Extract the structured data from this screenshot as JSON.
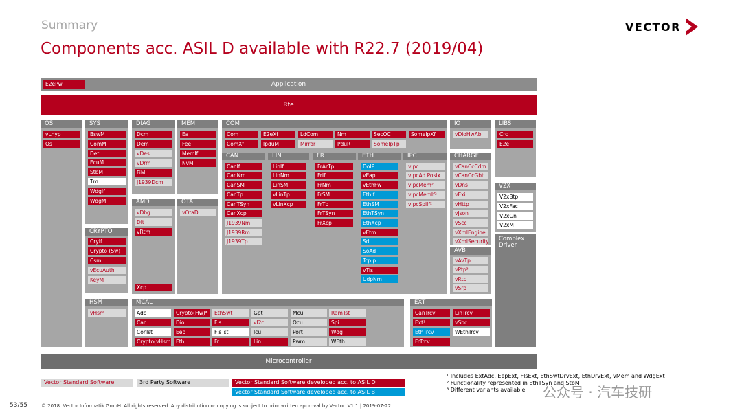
{
  "header": {
    "summary": "Summary",
    "title": "Components acc. ASIL D available with R22.7 (2019/04)",
    "logo_text": "VECTOR"
  },
  "bands": {
    "application": "Application",
    "e2epw": "E2ePw",
    "rte": "Rte",
    "microcontroller": "Microcontroller"
  },
  "groups": {
    "os": {
      "title": "OS",
      "items": [
        "vLhyp",
        "Os"
      ]
    },
    "sys": {
      "title": "SYS",
      "items": [
        "BswM",
        "ComM",
        "Det",
        "EcuM",
        "StbM",
        "Tm",
        "WdgIf",
        "WdgM"
      ]
    },
    "crypto": {
      "title": "CRYPTO",
      "items": [
        "CryIf",
        "Crypto (Sw)",
        "Csm",
        "vEcuAuth",
        "KeyM"
      ]
    },
    "hsm": {
      "title": "HSM",
      "items": [
        "vHsm"
      ]
    },
    "diag": {
      "title": "DIAG",
      "items": [
        "Dcm",
        "Dem",
        "vDes",
        "vDrm",
        "FiM",
        "J1939Dcm"
      ]
    },
    "amd": {
      "title": "AMD",
      "items": [
        "vDbg",
        "Dlt",
        "vRtm"
      ]
    },
    "xcp": {
      "items": [
        "Xcp"
      ]
    },
    "mem": {
      "title": "MEM",
      "items": [
        "Ea",
        "Fee",
        "MemIf",
        "NvM"
      ]
    },
    "ota": {
      "title": "OTA",
      "items": [
        "vOtaDl"
      ]
    },
    "com": {
      "title": "COM",
      "items": [
        "Com",
        "E2eXf",
        "LdCom",
        "Nm",
        "SecOC",
        "SomeIpXf",
        "ComXf",
        "IpduM",
        "Mirror",
        "PduR",
        "SomeIpTp"
      ]
    },
    "can": {
      "title": "CAN",
      "items": [
        "CanIf",
        "CanNm",
        "CanSM",
        "CanTp",
        "CanTSyn",
        "CanXcp",
        "J1939Nm",
        "J1939Rm",
        "J1939Tp"
      ]
    },
    "lin": {
      "title": "LIN",
      "items": [
        "LinIf",
        "LinNm",
        "LinSM",
        "vLinTp",
        "vLinXcp"
      ]
    },
    "fr": {
      "title": "FR",
      "items": [
        "FrArTp",
        "FrIf",
        "FrNm",
        "FrSM",
        "FrTp",
        "FrTSyn",
        "FrXcp"
      ]
    },
    "eth": {
      "title": "ETH",
      "items": [
        "DoIP",
        "vEap",
        "vEthFw",
        "EthIf",
        "EthSM",
        "EthTSyn",
        "EthXcp",
        "vEtm",
        "Sd",
        "SoAd",
        "TcpIp",
        "vTls",
        "UdpNm"
      ]
    },
    "ipc": {
      "title": "IPC",
      "items": [
        "vIpc",
        "vIpcAd Posix",
        "vIpcMem²",
        "vIpcMemIf²",
        "vIpcSpiIf²"
      ]
    },
    "io": {
      "title": "IO",
      "items": [
        "vDioHwAb"
      ]
    },
    "charge": {
      "title": "CHARGE",
      "items": [
        "vCanCcCdm",
        "vCanCcGbt",
        "vDns",
        "vExi",
        "vHttp",
        "vJson",
        "vScc",
        "vXmlEngine",
        "vXmlSecurity"
      ]
    },
    "avb": {
      "title": "AVB",
      "items": [
        "vAvTp",
        "vPtp³",
        "vRtp",
        "vSrp"
      ]
    },
    "libs": {
      "title": "LIBS",
      "items": [
        "Crc",
        "E2e"
      ]
    },
    "v2x": {
      "title": "V2X",
      "items": [
        "V2xBtp",
        "V2xFac",
        "V2xGn",
        "V2xM"
      ]
    },
    "complex": {
      "title": "Complex Driver"
    },
    "mcal": {
      "title": "MCAL",
      "items": [
        "Adc",
        "Crypto(Hw)*",
        "EthSwt",
        "Gpt",
        "Mcu",
        "RamTst",
        "Can",
        "Dio",
        "Fls",
        "vI2c",
        "Ocu",
        "Spi",
        "CorTst",
        "Eep",
        "FlsTst",
        "Icu",
        "Port",
        "Wdg",
        "Crypto(vHsm)",
        "Eth",
        "Fr",
        "Lin",
        "Pwm",
        "WEth"
      ]
    },
    "ext": {
      "title": "EXT",
      "items": [
        "CanTrcv",
        "LinTrcv",
        "Ext¹",
        "vSbc",
        "EthTrcv",
        "WEthTrcv",
        "FrTrcv"
      ]
    }
  },
  "legend": {
    "standard": "Vector Standard Software",
    "third_party": "3rd Party Software",
    "asil_d": "Vector Standard Software developed acc. to ASIL D",
    "asil_b": "Vector Standard Software developed acc. to ASIL B"
  },
  "footnotes": [
    "¹ Includes ExtAdc, EepExt, FlsExt, EthSwtDrvExt, EthDrvExt, vMem and WdgExt",
    "² Functionality represented in EthTSyn and StbM",
    "³ Different variants available"
  ],
  "footer": {
    "copyright": "© 2018. Vector Informatik GmbH. All rights reserved. Any distribution or copying is subject to prior written approval by Vector. V1.1 | 2019-07-22",
    "page": "53/55"
  },
  "watermark": "公众号 · 汽车技研",
  "colors": {
    "asil_d_red": "#b5001d",
    "asil_b_blue": "#009ad6",
    "grey_block": "#a6a6a6",
    "header_grey": "#7f7f7f"
  }
}
